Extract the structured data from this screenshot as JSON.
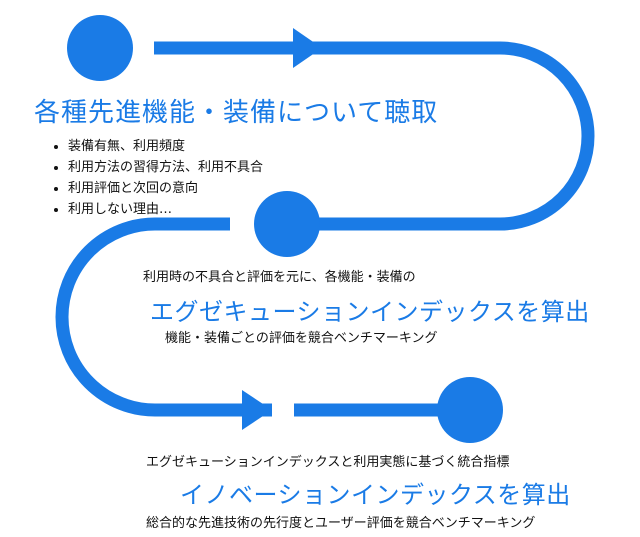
{
  "colors": {
    "accent": "#1a7be6",
    "text": "#111111"
  },
  "step1": {
    "title": "各種先進機能・装備について聴取",
    "bullets": [
      "装備有無、利用頻度",
      "利用方法の習得方法、利用不具合",
      "利用評価と次回の意向",
      "利用しない理由…"
    ]
  },
  "step2": {
    "lead": "利用時の不具合と評価を元に、各機能・装備の",
    "title": "エグゼキューションインデックスを算出",
    "sub": "機能・装備ごとの評価を競合ベンチマーキング"
  },
  "step3": {
    "lead": "エグゼキューションインデックスと利用実態に基づく統合指標",
    "title": "イノベーションインデックスを算出",
    "sub": "総合的な先進技術の先行度とユーザー評価を競合ベンチマーキング"
  }
}
